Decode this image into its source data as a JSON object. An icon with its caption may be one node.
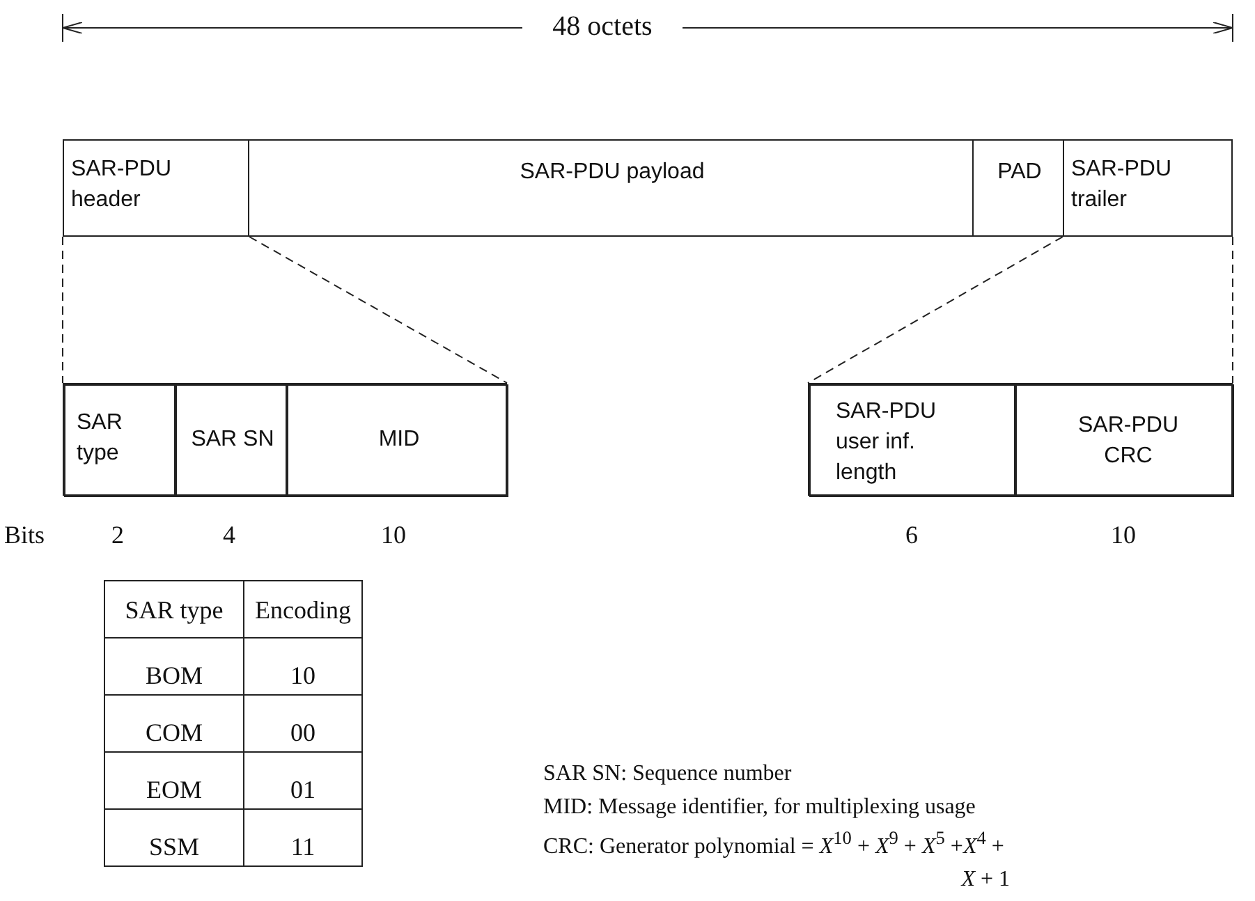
{
  "diagram": {
    "nodes": [
      {
        "text": [
          "SAR-PDU header"
        ]
      },
      {
        "text": [
          "SAR-PDU payload"
        ]
      },
      {
        "text": [
          "PAD"
        ]
      },
      {
        "text": [
          "SAR-PDU trailer"
        ]
      },
      {
        "text": [],
        "shape": "box"
      },
      {
        "text": [
          "SAR type"
        ],
        "in": 4
      },
      {
        "text": [
          "SAR SN"
        ],
        "in": 4
      },
      {
        "text": [
          "MID"
        ],
        "in": 4
      },
      {
        "text": [],
        "shape": "box"
      },
      {
        "text": [
          "SAR-PDU user inf. length"
        ],
        "in": 8
      },
      {
        "text": [
          "SAR-PDU CRC"
        ],
        "in": 8
      }
    ],
    "edges": [
      {
        "from": 0,
        "to": 4,
        "arrow": "none",
        "style": "dashed"
      },
      {
        "from": 0,
        "to": 4,
        "arrow": "none",
        "style": "dashed"
      },
      {
        "from": 3,
        "to": 8,
        "arrow": "none",
        "style": "dashed"
      },
      {
        "from": 3,
        "to": 8,
        "arrow": "none",
        "style": "dashed"
      }
    ],
    "labels": [
      "48 octets",
      "Bits",
      "2",
      "4",
      "10",
      "6",
      "10",
      "SAR type",
      "Encoding",
      "BOM",
      "10",
      "COM",
      "00",
      "EOM",
      "01",
      "SSM",
      "11",
      "SAR SN: Sequence number",
      "MID: Message identifier, for multiplexing usage",
      "CRC: Generator polynomial = *X*$^{10}$ + *X*$^{9}$ + *X*$^{5}$ +*X*$^{4}$ + *X* + 1"
    ]
  }
}
